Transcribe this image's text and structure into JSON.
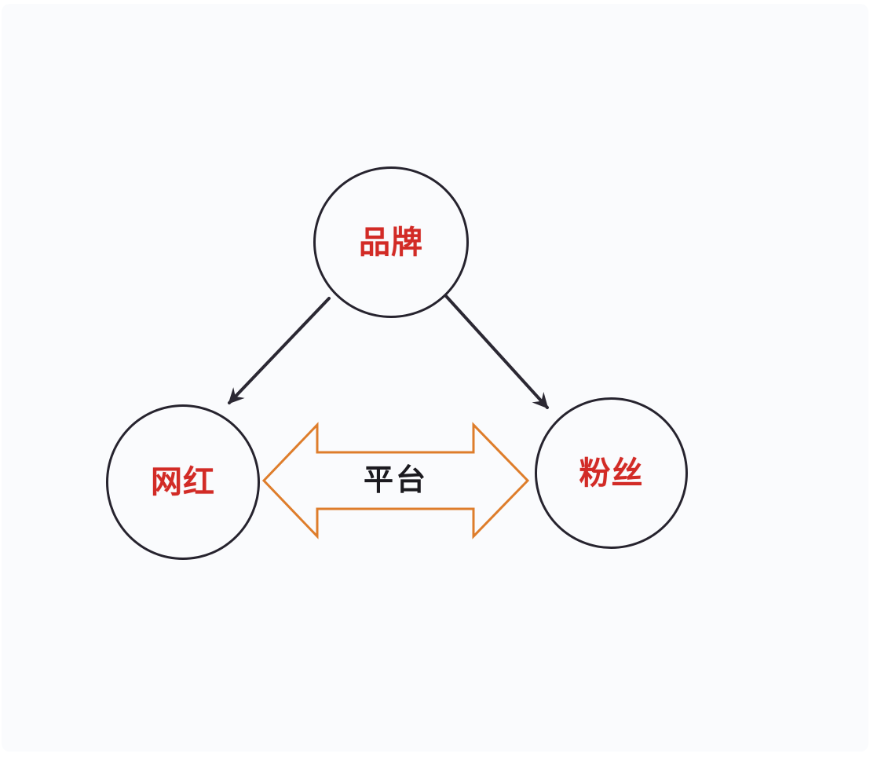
{
  "diagram": {
    "type": "relationship-diagram",
    "nodes": [
      {
        "id": "brand",
        "label": "品牌"
      },
      {
        "id": "influencer",
        "label": "网红"
      },
      {
        "id": "fans",
        "label": "粉丝"
      }
    ],
    "edges": [
      {
        "from": "品牌",
        "to": "网红",
        "style": "single-arrow"
      },
      {
        "from": "品牌",
        "to": "粉丝",
        "style": "single-arrow"
      }
    ],
    "connector": {
      "label": "平台",
      "style": "double-headed-arrow",
      "between": [
        "网红",
        "粉丝"
      ]
    },
    "colors": {
      "node_label": "#d22b26",
      "node_border": "#26232e",
      "edge_arrow": "#2b2833",
      "platform_arrow_outline": "#de7d2b",
      "platform_label": "#1b1a1f",
      "canvas_background": "#fafbfd"
    }
  }
}
